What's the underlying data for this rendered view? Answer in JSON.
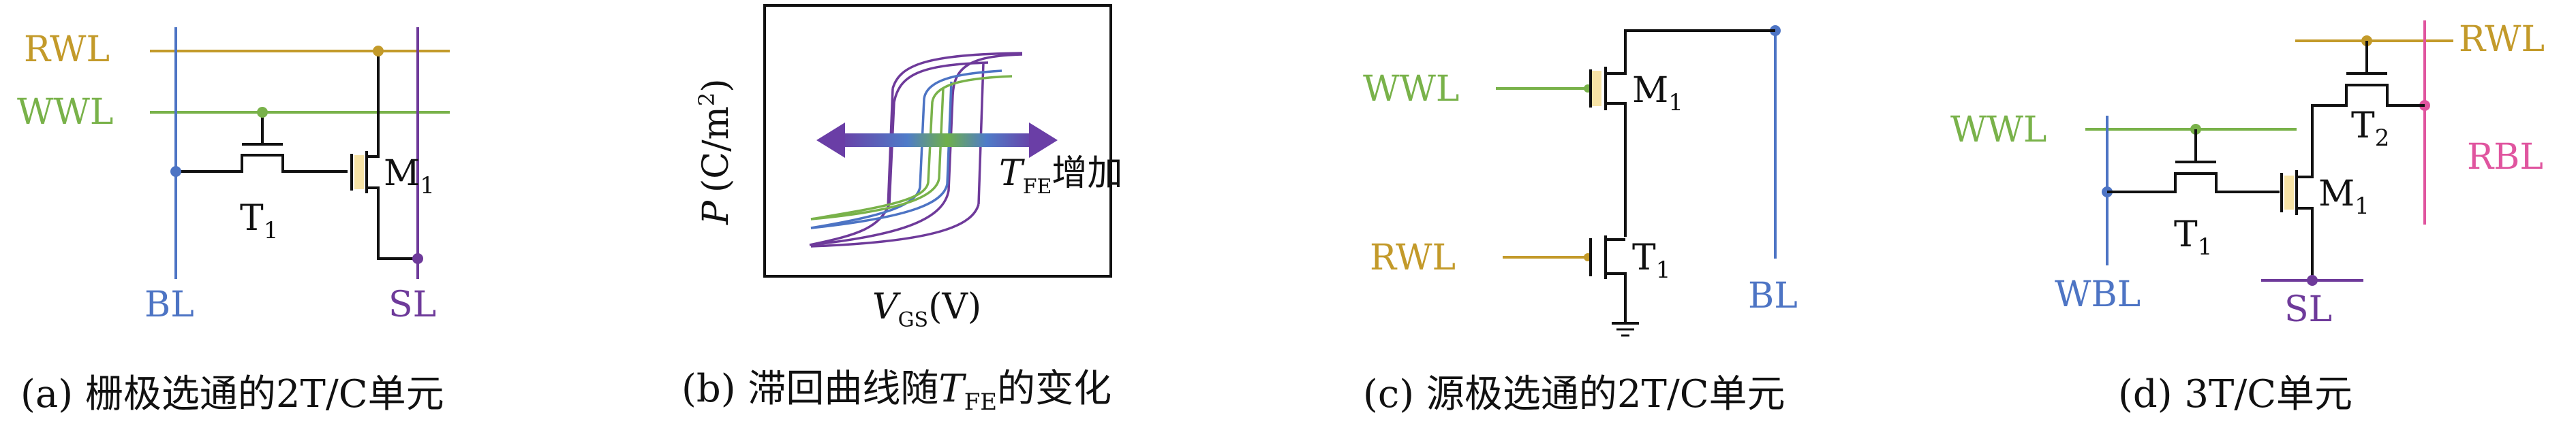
{
  "colors": {
    "rwl": "#c39a2a",
    "wwl": "#79b24a",
    "bl": "#4d74c4",
    "sl": "#6e3a9a",
    "rbl": "#e0559f",
    "gate_fill": "#f7e3a6",
    "black": "#111111"
  },
  "panel_a": {
    "rwl": "RWL",
    "wwl": "WWL",
    "bl": "BL",
    "sl": "SL",
    "t1": "T",
    "t1_sub": "1",
    "m1": "M",
    "m1_sub": "1",
    "caption": "(a) 栅极选通的2T/C单元"
  },
  "panel_b": {
    "ylabel_p": "P",
    "ylabel_unit": "(C/m",
    "ylabel_sup": "2",
    "ylabel_close": ")",
    "xlabel_v": "V",
    "xlabel_sub": "GS",
    "xlabel_unit": "(V)",
    "arrow_t": "T",
    "arrow_sub": "FE",
    "arrow_cn": "增加",
    "caption_pre": "(b) 滞回曲线随",
    "caption_t": "T",
    "caption_sub": "FE",
    "caption_post": "的变化"
  },
  "panel_c": {
    "wwl": "WWL",
    "rwl": "RWL",
    "bl": "BL",
    "m1": "M",
    "m1_sub": "1",
    "t1": "T",
    "t1_sub": "1",
    "caption": "(c) 源极选通的2T/C单元"
  },
  "panel_d": {
    "rwl": "RWL",
    "wwl": "WWL",
    "rbl": "RBL",
    "wbl": "WBL",
    "sl": "SL",
    "t1": "T",
    "t1_sub": "1",
    "t2": "T",
    "t2_sub": "2",
    "m1": "M",
    "m1_sub": "1",
    "caption": "(d) 3T/C单元"
  }
}
